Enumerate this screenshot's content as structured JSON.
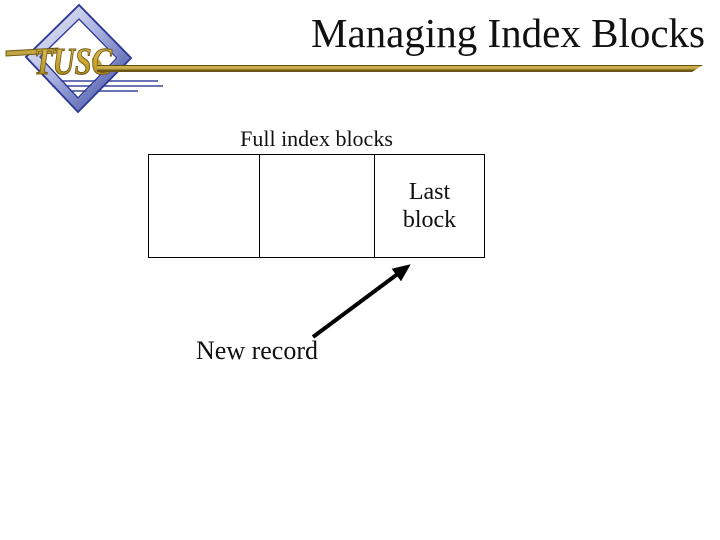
{
  "logo": {
    "text": "TUSC"
  },
  "header": {
    "title": "Managing Index Blocks"
  },
  "diagram": {
    "caption": "Full index blocks",
    "blocks": [
      {
        "label": ""
      },
      {
        "label": ""
      },
      {
        "label": "Last block"
      }
    ],
    "arrow_label": "New record"
  },
  "colors": {
    "gold": "#c3a643",
    "gold_dark": "#6b5616",
    "navy": "#2e3a96",
    "text_color": "#111111",
    "border_color": "#000000"
  }
}
